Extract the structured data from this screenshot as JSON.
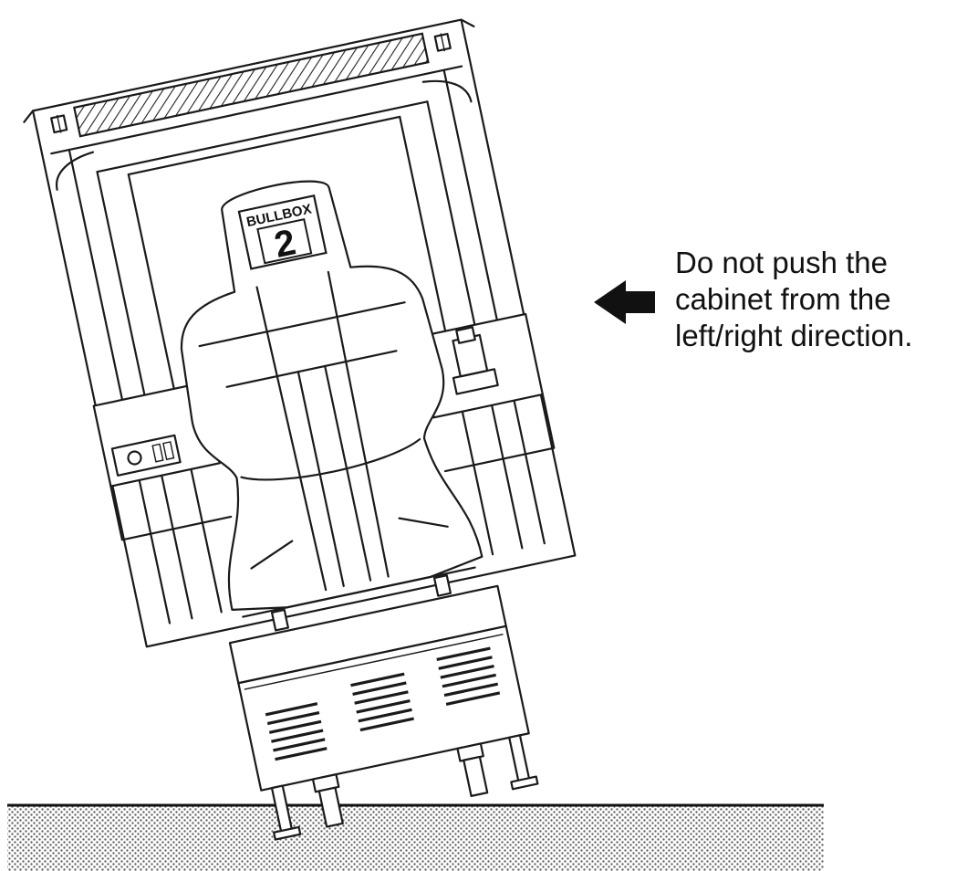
{
  "seat_badge": {
    "brand": "BULLBOX",
    "number": "2"
  },
  "warning": {
    "lines": [
      "Do not push the",
      "cabinet from the",
      "left/right direction."
    ]
  },
  "icons": {
    "arrow": "left-arrow-icon",
    "cabinet": "cabinet-seat-drawing",
    "floor": "floor-hatched-surface"
  }
}
